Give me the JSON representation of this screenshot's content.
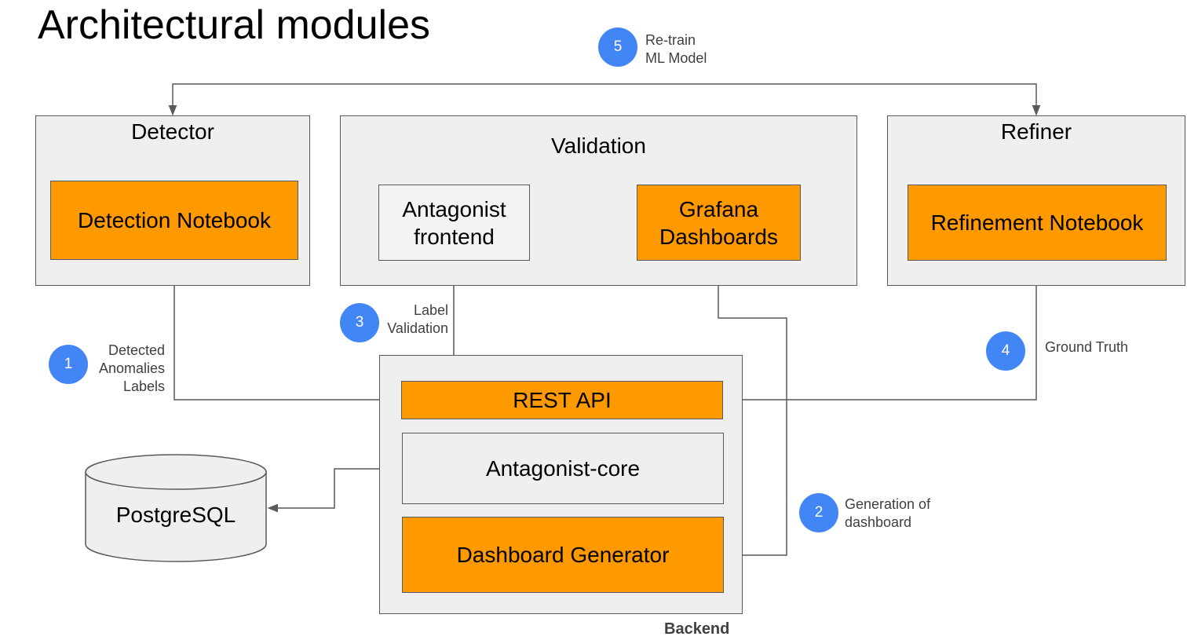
{
  "title": "Architectural modules",
  "groups": {
    "detector": "Detector",
    "validation": "Validation",
    "refiner": "Refiner",
    "backend": "Backend"
  },
  "boxes": {
    "detection_notebook": "Detection Notebook",
    "antagonist_frontend": "Antagonist\nfrontend",
    "grafana_dashboards": "Grafana\nDashboards",
    "refinement_notebook": "Refinement Notebook",
    "rest_api": "REST API",
    "antagonist_core": "Antagonist-core",
    "dashboard_generator": "Dashboard Generator",
    "postgresql": "PostgreSQL"
  },
  "steps": [
    {
      "number": "1",
      "label": "Detected\nAnomalies\nLabels"
    },
    {
      "number": "2",
      "label": "Generation of\ndashboard"
    },
    {
      "number": "3",
      "label": "Label\nValidation"
    },
    {
      "number": "4",
      "label": "Ground Truth"
    },
    {
      "number": "5",
      "label": "Re-train\nML Model"
    }
  ],
  "colors": {
    "component_fill": "#ff9900",
    "group_fill": "#efefef",
    "step_badge": "#4285f4",
    "connector": "#595959"
  }
}
